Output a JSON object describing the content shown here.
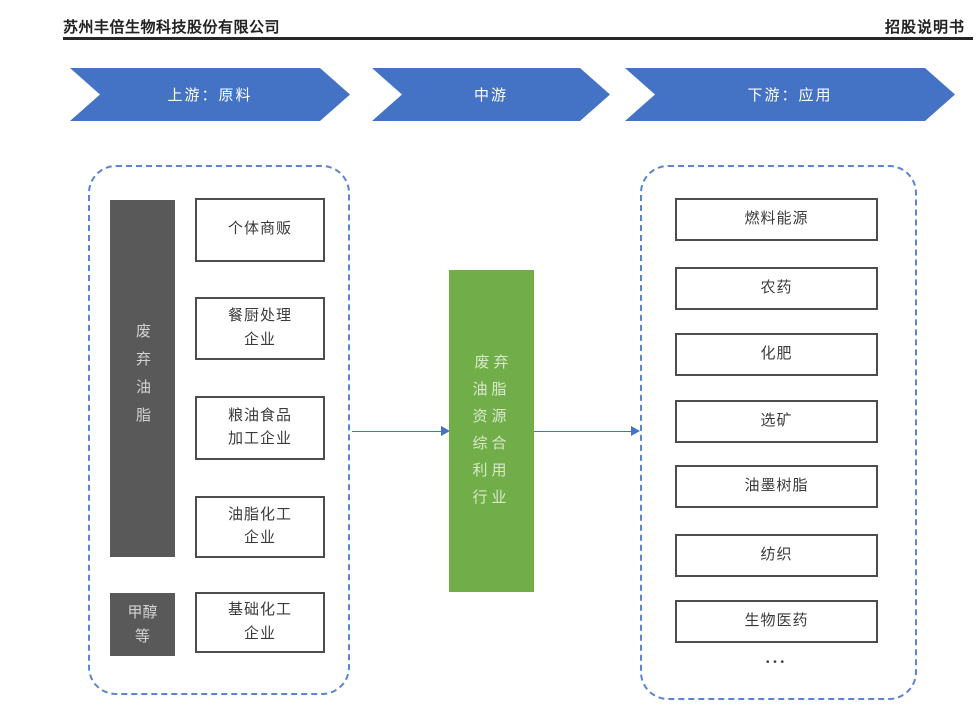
{
  "header": {
    "company_name": "苏州丰倍生物科技股份有限公司",
    "doc_title": "招股说明书"
  },
  "chain": {
    "banners": [
      {
        "label": "上游：原料"
      },
      {
        "label": "中游"
      },
      {
        "label": "下游：应用"
      }
    ],
    "upstream": {
      "material_label": "废弃油脂",
      "methanol_label": "甲醇\n等",
      "suppliers": [
        "个体商贩",
        "餐厨处理\n企业",
        "粮油食品\n加工企业",
        "油脂化工\n企业",
        "基础化工\n企业"
      ]
    },
    "midstream": {
      "industry_label": "废弃\n油脂\n资源\n综合\n利用\n行业"
    },
    "downstream": {
      "applications": [
        "燃料能源",
        "农药",
        "化肥",
        "选矿",
        "油墨树脂",
        "纺织",
        "生物医药"
      ],
      "more_label": "..."
    }
  },
  "colors": {
    "banner_blue": "#4472C4",
    "dashed_border_blue": "#5b84d3",
    "arrow_blue": "#4472C4",
    "industry_green": "#71AE49",
    "dark_gray_bar": "#595959",
    "node_border": "#4d4d4d"
  }
}
